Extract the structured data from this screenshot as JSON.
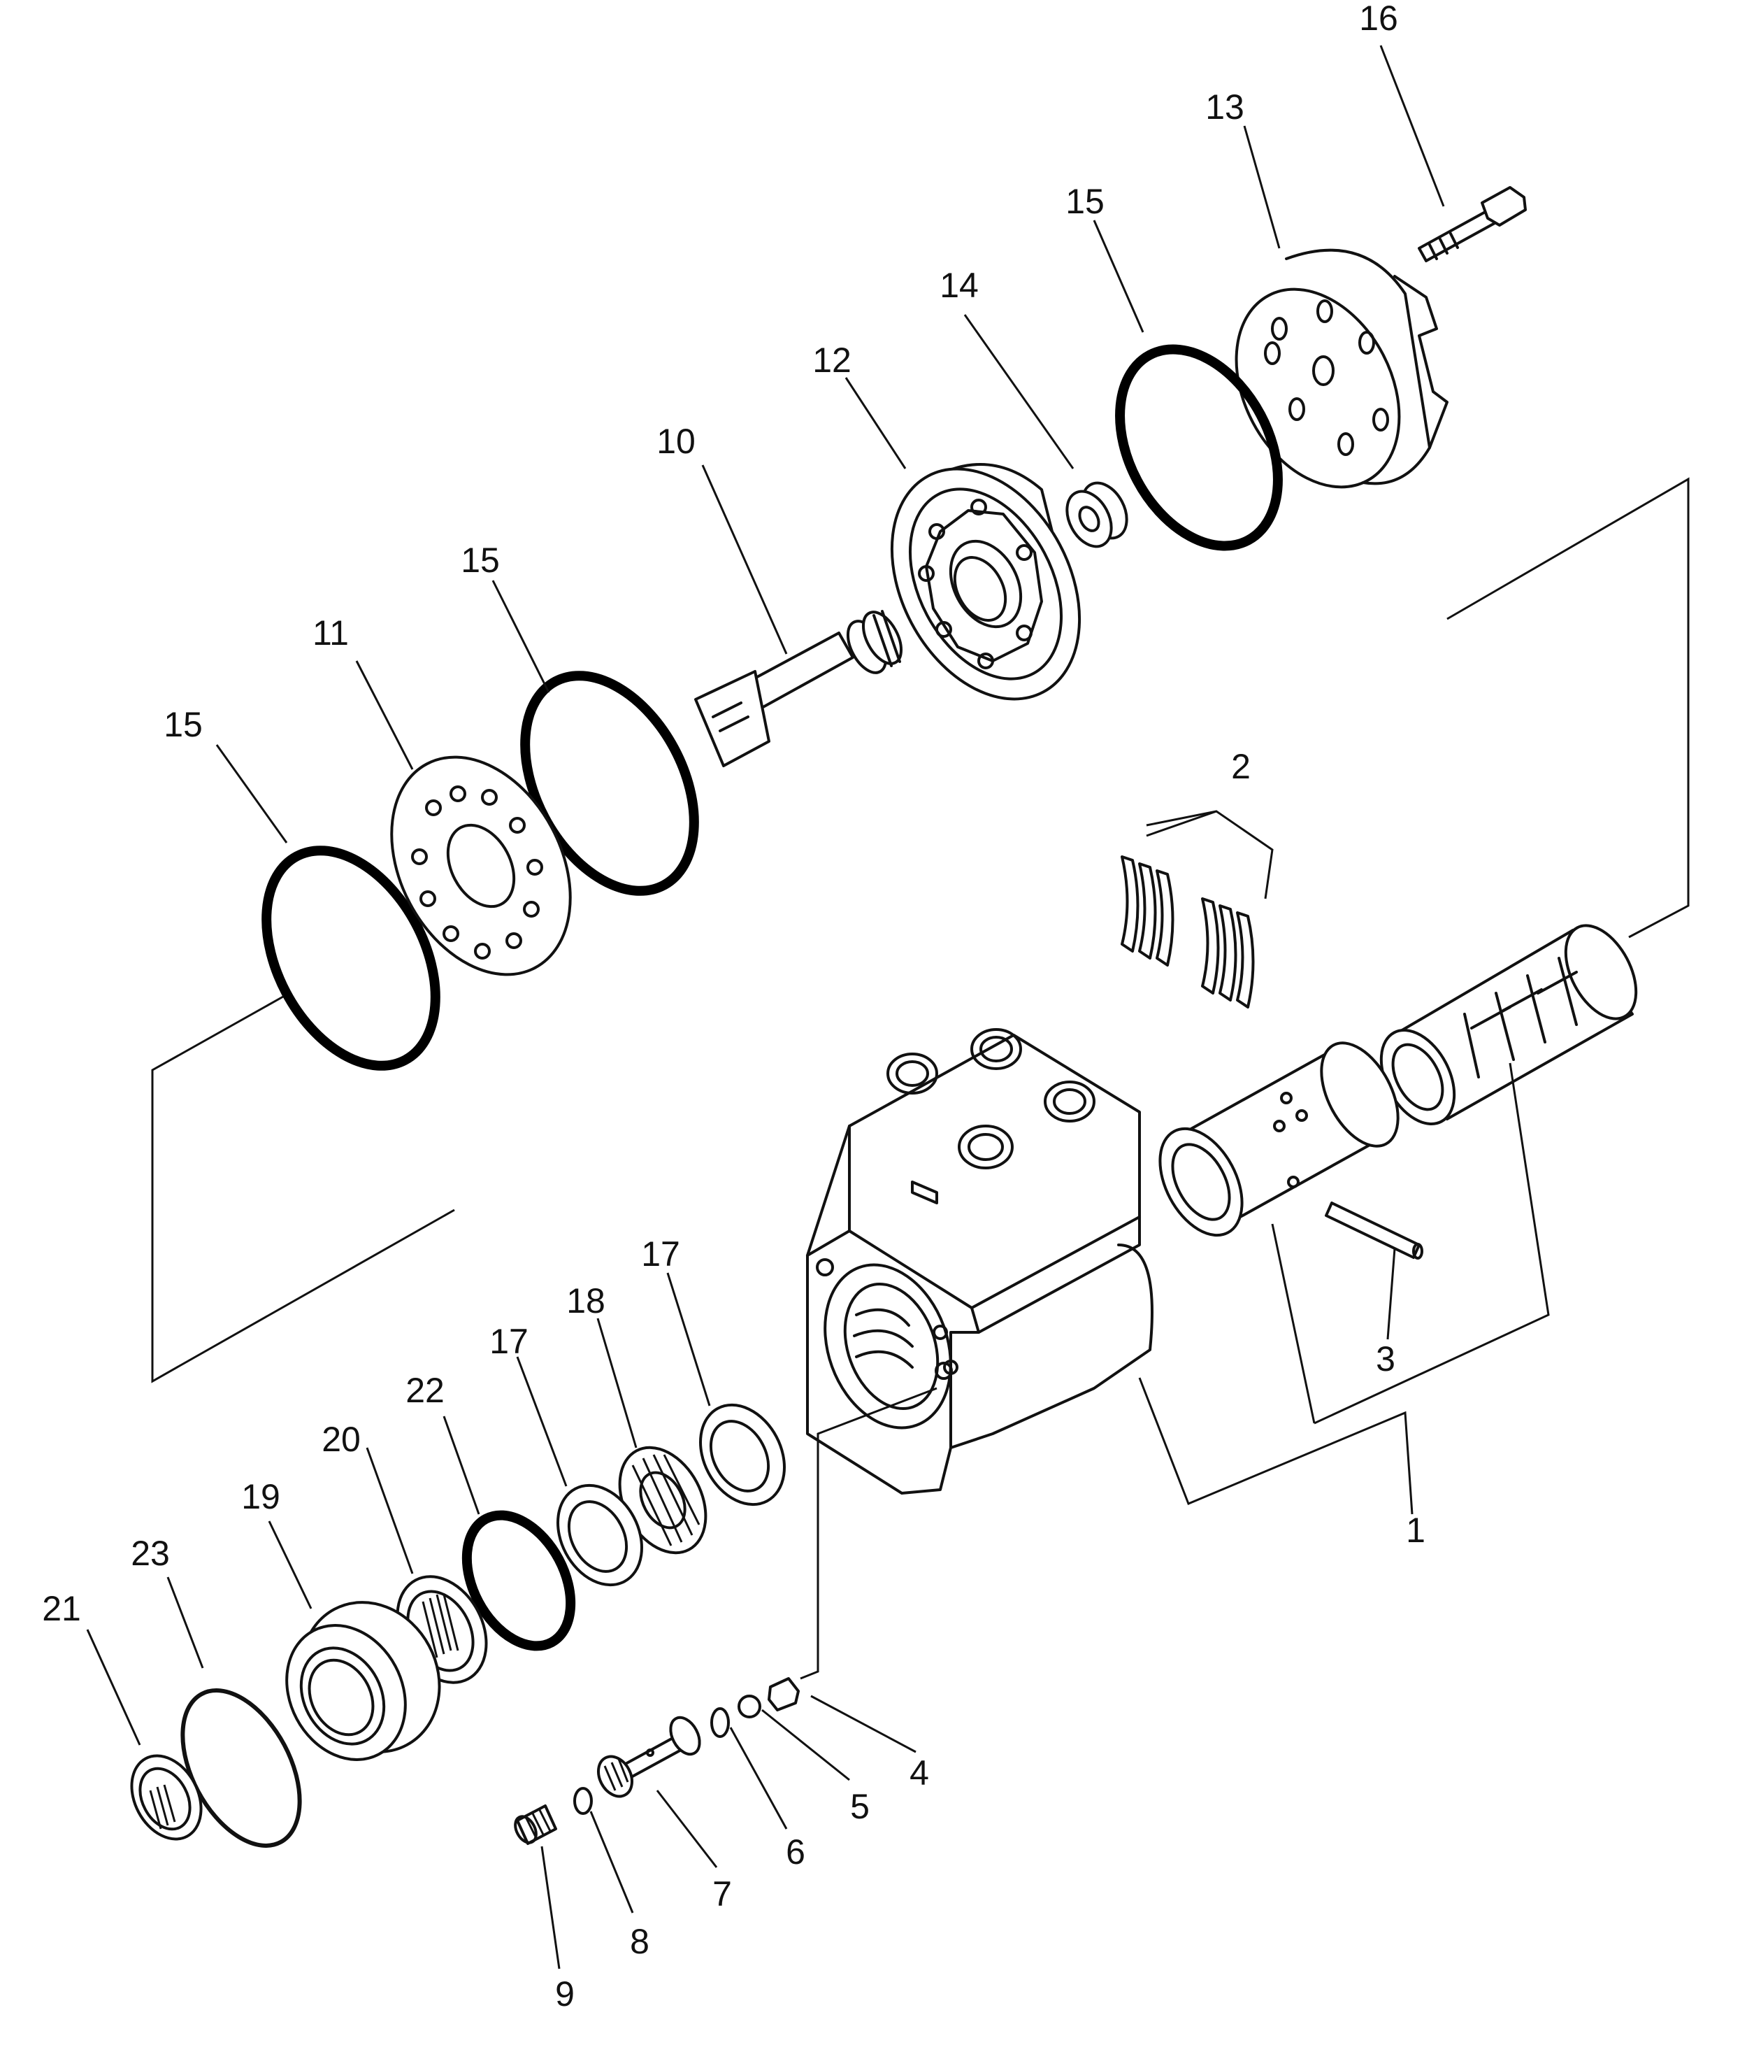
{
  "callouts": [
    {
      "id": "c1",
      "label": "1"
    },
    {
      "id": "c2",
      "label": "2"
    },
    {
      "id": "c3",
      "label": "3"
    },
    {
      "id": "c4",
      "label": "4"
    },
    {
      "id": "c5",
      "label": "5"
    },
    {
      "id": "c6",
      "label": "6"
    },
    {
      "id": "c7",
      "label": "7"
    },
    {
      "id": "c8",
      "label": "8"
    },
    {
      "id": "c9",
      "label": "9"
    },
    {
      "id": "c10",
      "label": "10"
    },
    {
      "id": "c11",
      "label": "11"
    },
    {
      "id": "c12",
      "label": "12"
    },
    {
      "id": "c13",
      "label": "13"
    },
    {
      "id": "c14",
      "label": "14"
    },
    {
      "id": "c15a",
      "label": "15"
    },
    {
      "id": "c15b",
      "label": "15"
    },
    {
      "id": "c15c",
      "label": "15"
    },
    {
      "id": "c16",
      "label": "16"
    },
    {
      "id": "c17a",
      "label": "17"
    },
    {
      "id": "c17b",
      "label": "17"
    },
    {
      "id": "c18",
      "label": "18"
    },
    {
      "id": "c19",
      "label": "19"
    },
    {
      "id": "c20",
      "label": "20"
    },
    {
      "id": "c21",
      "label": "21"
    },
    {
      "id": "c22",
      "label": "22"
    },
    {
      "id": "c23",
      "label": "23"
    }
  ]
}
